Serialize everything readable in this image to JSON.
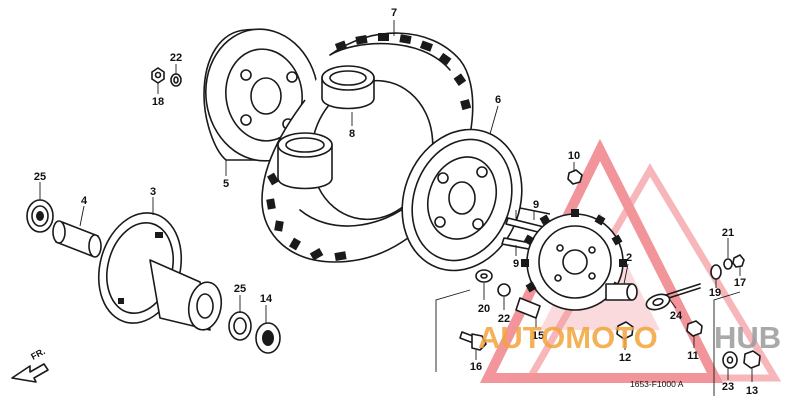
{
  "diagram": {
    "drawing_number": "1653-F1000 A",
    "direction_label": "FR.",
    "callouts": {
      "c1": "22",
      "c2": "18",
      "c3": "7",
      "c4": "8",
      "c5": "5",
      "c6": "6",
      "c7": "25",
      "c8": "4",
      "c9": "3",
      "c10": "10",
      "c11": "9",
      "c12": "9",
      "c13": "25",
      "c14": "14",
      "c15": "20",
      "c16": "22",
      "c17": "15",
      "c18": "2",
      "c19": "21",
      "c20": "17",
      "c21": "19",
      "c22": "24",
      "c23": "12",
      "c24": "11",
      "c25": "16",
      "c26": "23",
      "c27": "13"
    }
  },
  "watermark": {
    "word_a": "AUTOMOTO",
    "word_b": "HUB",
    "color_a": "#f2a33a",
    "color_b": "#9a9a9a",
    "logo_color": "#e8404a"
  }
}
